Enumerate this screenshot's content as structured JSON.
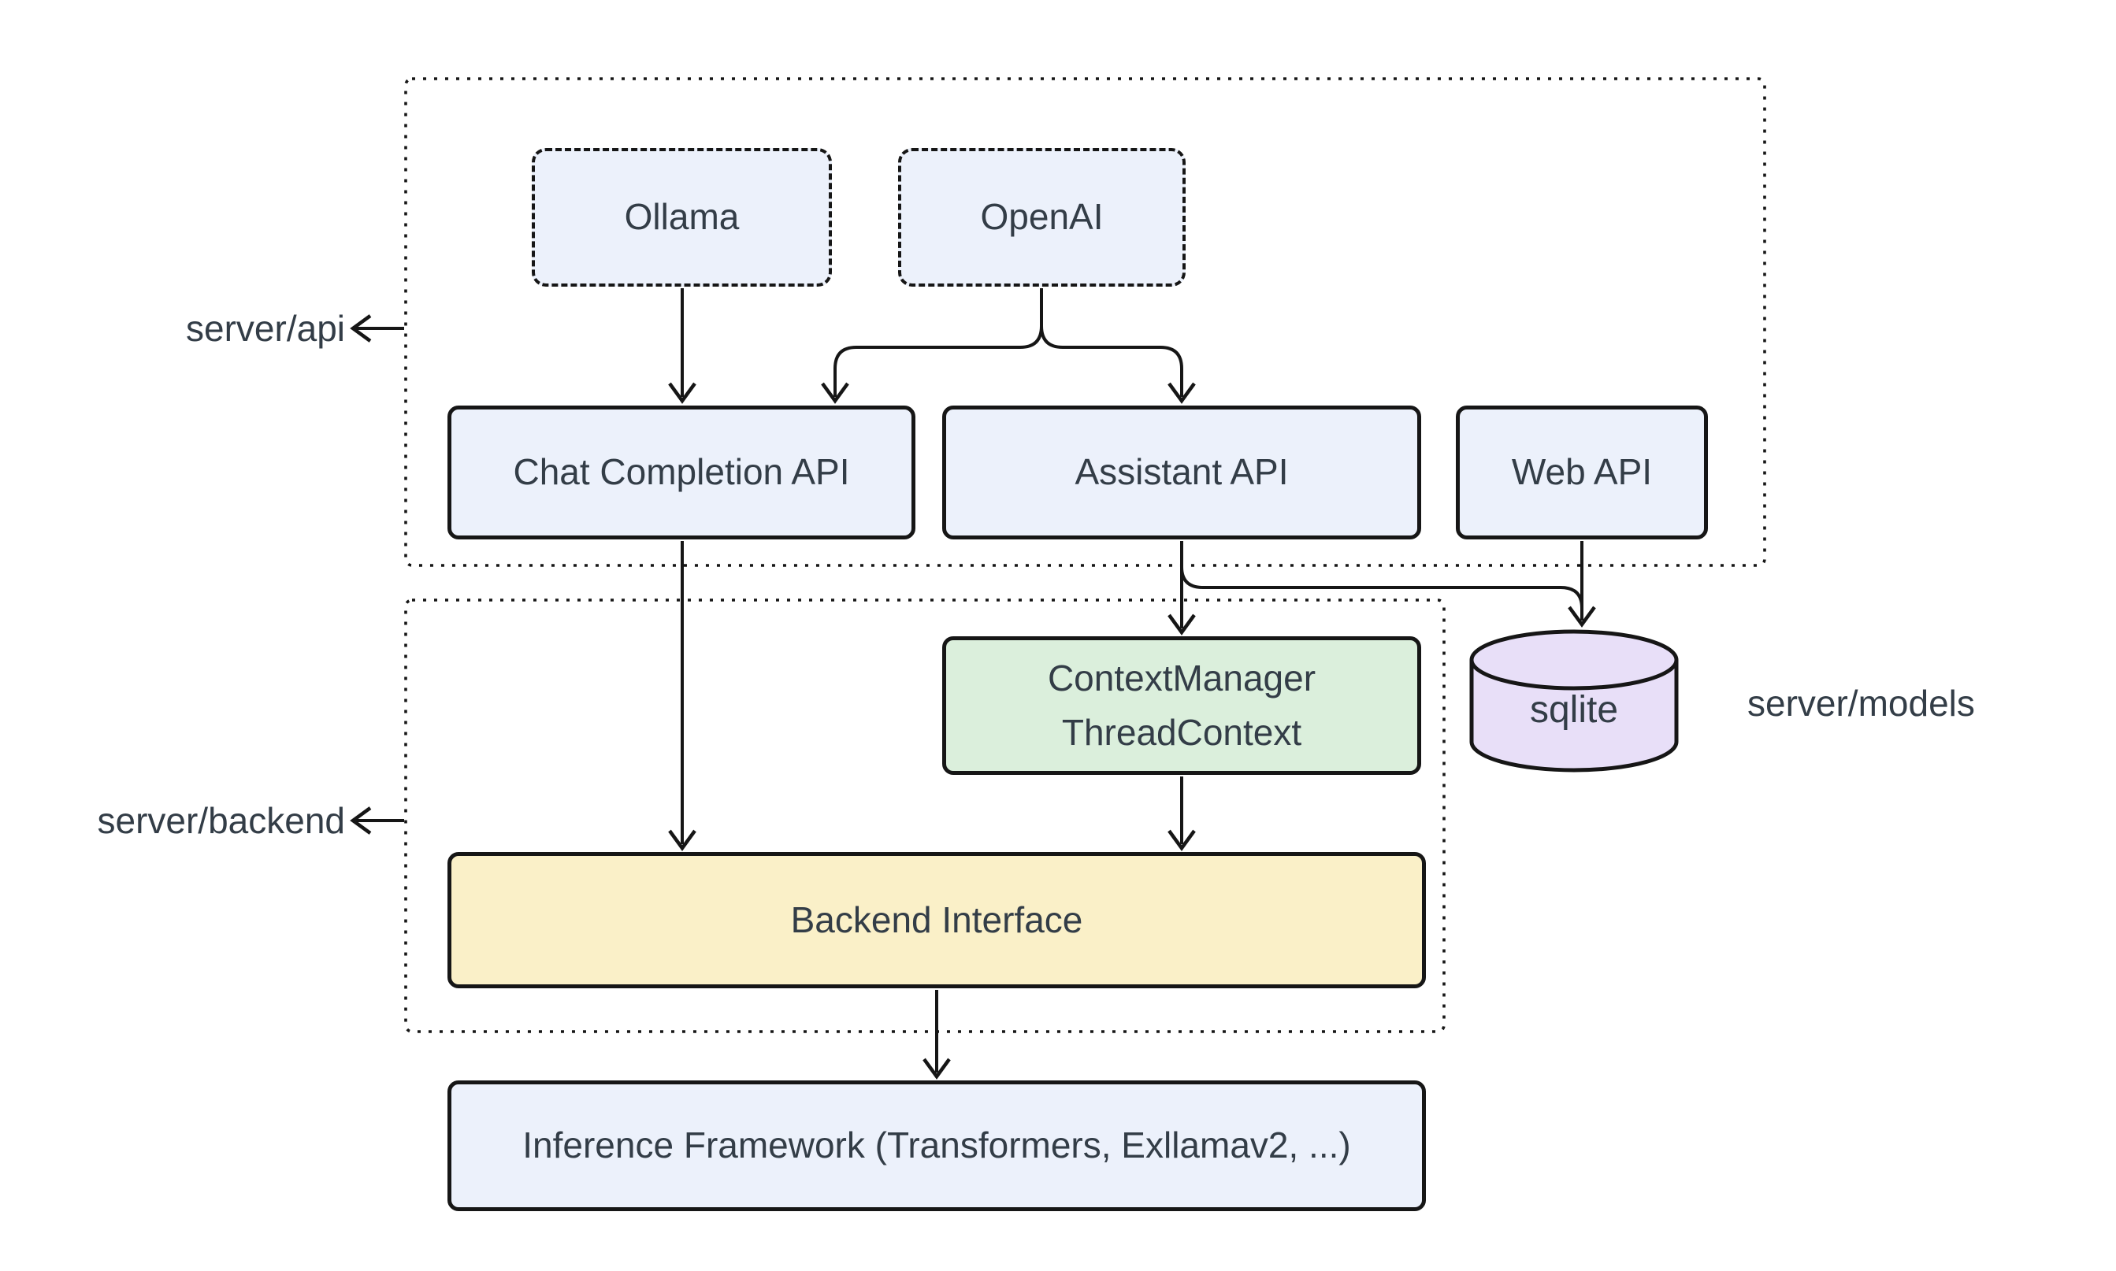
{
  "diagram": {
    "groups": {
      "server_api": {
        "label": "server/api"
      },
      "server_backend": {
        "label": "server/backend"
      },
      "server_models": {
        "label": "server/models"
      }
    },
    "nodes": {
      "ollama": {
        "label": "Ollama",
        "shape": "dashed-rect",
        "fill": "#ecf1fb"
      },
      "openai": {
        "label": "OpenAI",
        "shape": "dashed-rect",
        "fill": "#ecf1fb"
      },
      "chat_completion_api": {
        "label": "Chat Completion API",
        "shape": "rect",
        "fill": "#ecf1fb"
      },
      "assistant_api": {
        "label": "Assistant API",
        "shape": "rect",
        "fill": "#ecf1fb"
      },
      "web_api": {
        "label": "Web API",
        "shape": "rect",
        "fill": "#ecf1fb"
      },
      "context_manager": {
        "label_line1": "ContextManager",
        "label_line2": "ThreadContext",
        "shape": "rect",
        "fill": "#dbefdc"
      },
      "sqlite": {
        "label": "sqlite",
        "shape": "cylinder",
        "fill": "#e8dff8"
      },
      "backend_interface": {
        "label": "Backend Interface",
        "shape": "rect",
        "fill": "#faf0c8"
      },
      "inference_framework": {
        "label": "Inference Framework (Transformers, Exllamav2, ...)",
        "shape": "rect",
        "fill": "#ecf1fb"
      }
    },
    "edges": [
      {
        "from": "ollama",
        "to": "chat_completion_api"
      },
      {
        "from": "openai",
        "to": "chat_completion_api"
      },
      {
        "from": "openai",
        "to": "assistant_api"
      },
      {
        "from": "chat_completion_api",
        "to": "backend_interface"
      },
      {
        "from": "assistant_api",
        "to": "context_manager"
      },
      {
        "from": "assistant_api",
        "to": "sqlite"
      },
      {
        "from": "web_api",
        "to": "sqlite"
      },
      {
        "from": "context_manager",
        "to": "backend_interface"
      },
      {
        "from": "backend_interface",
        "to": "inference_framework"
      }
    ],
    "colors": {
      "background": "#ffffff",
      "node_blue": "#ecf1fb",
      "node_green": "#dbefdc",
      "node_yellow": "#faf0c8",
      "node_purple": "#e8dff8",
      "stroke": "#161616",
      "text": "#333d47"
    }
  }
}
